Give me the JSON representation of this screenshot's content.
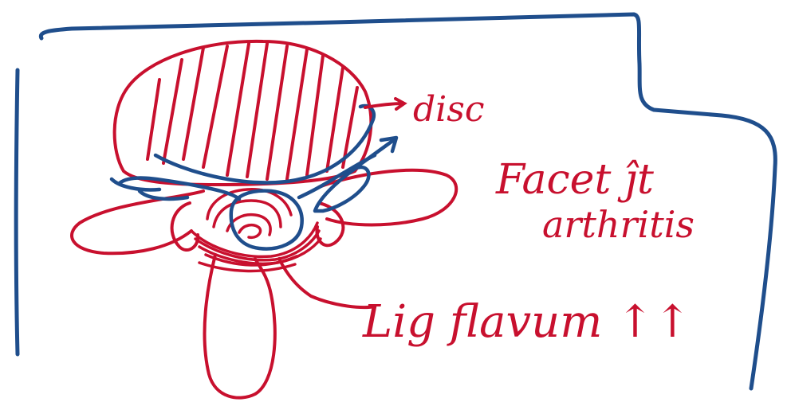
{
  "labels": {
    "disc": "disc",
    "facet_line1": "Facet ĵt",
    "facet_line2": "arthritis",
    "ligament": "Lig flavum ↑↑"
  },
  "colors": {
    "ink_red": "#c8102e",
    "ink_blue": "#1f4e8c",
    "background": "#ffffff"
  }
}
